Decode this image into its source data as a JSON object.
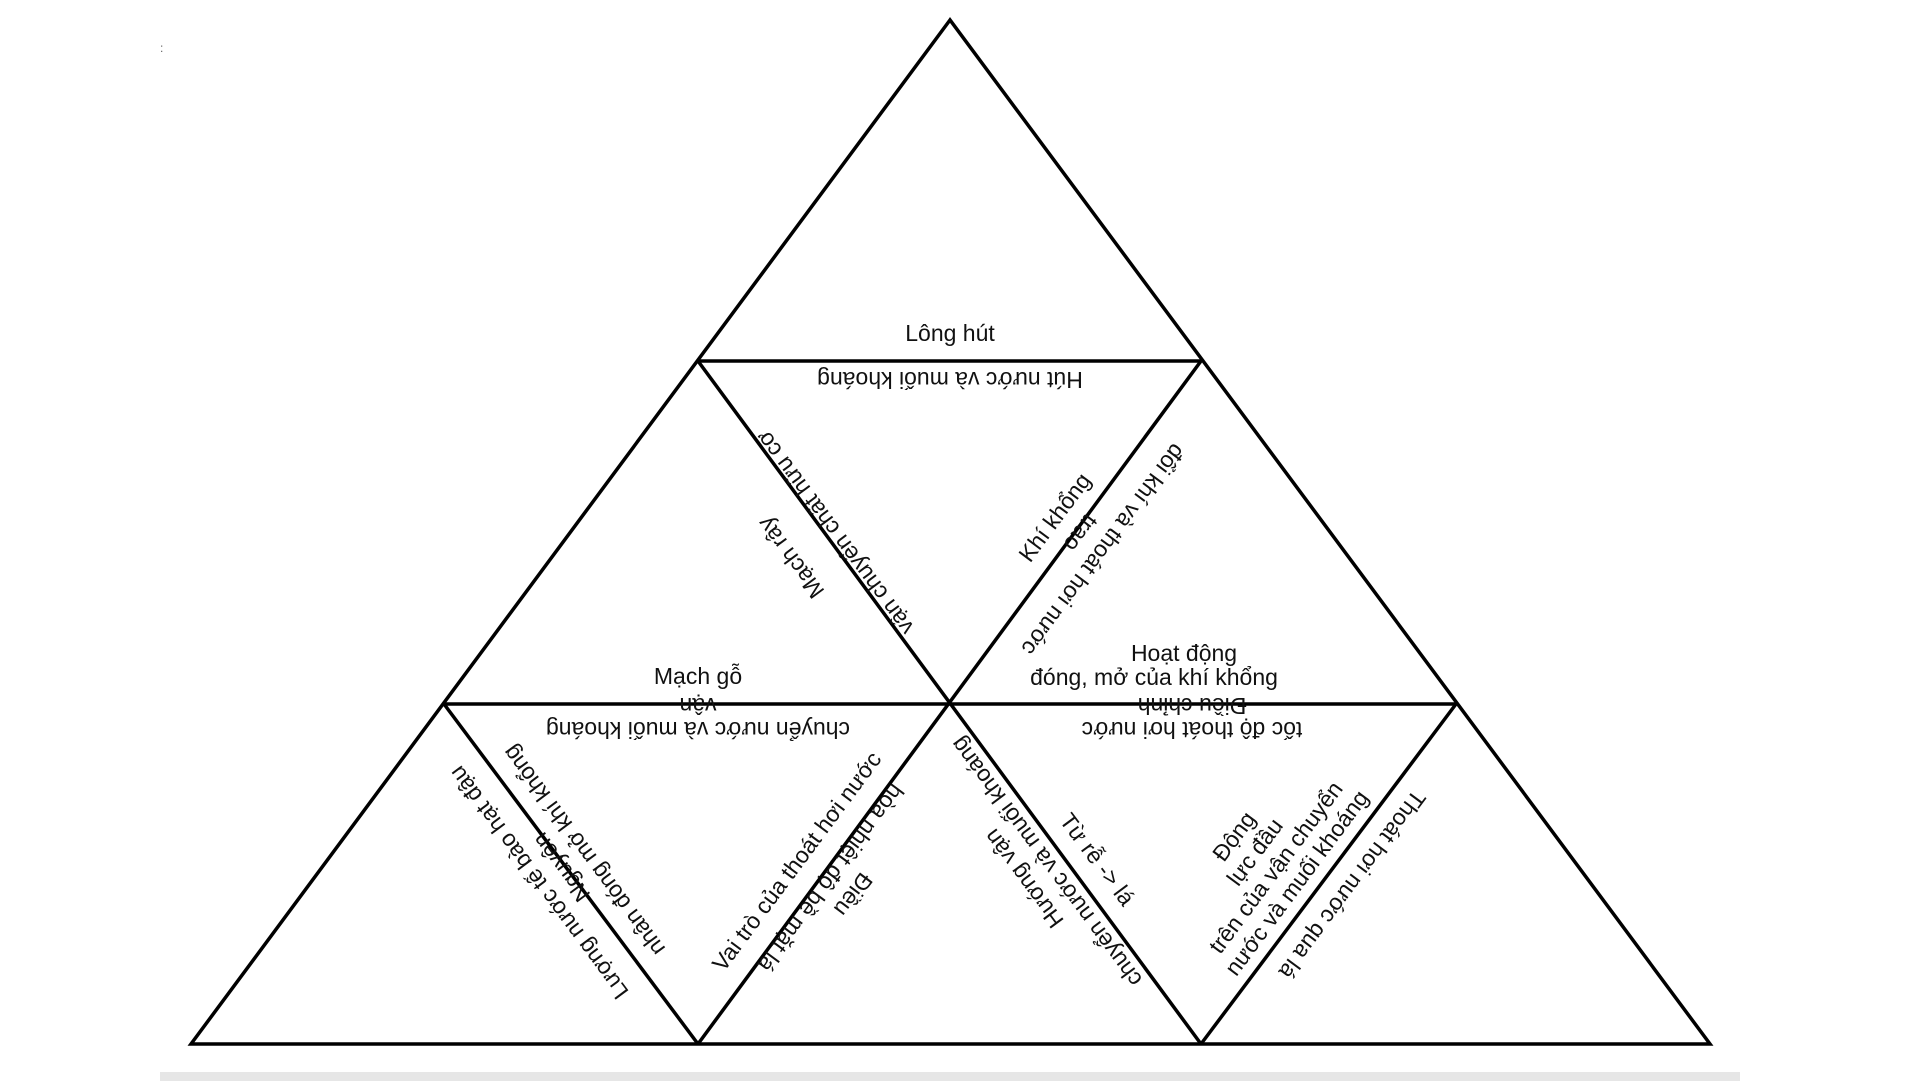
{
  "corner_mark": ":",
  "labels": {
    "long_hut": [
      "Lông hút"
    ],
    "hut_nuoc": [
      "Hút nước và muối khoáng"
    ],
    "mach_ray": [
      "Mạch rây"
    ],
    "van_chuyen_huu_co": [
      "vận chuyển chất hữu cơ"
    ],
    "khi_khong_left": [
      "Khí khổng"
    ],
    "trao_doi": [
      "đổi khí và thoát hơi nước",
      "trao"
    ],
    "mach_go": [
      "Mạch gỗ"
    ],
    "van_chuyen_nuoc": [
      "chuyển nước và muối khoáng",
      "vận"
    ],
    "hoat_dong": [
      "Hoạt động",
      "đóng, mở của khí khổng"
    ],
    "dieu_chinh": [
      "tốc độ thoát hơi nước",
      "Điều chỉnh"
    ],
    "nguyen_nhan": [
      "Nguyên",
      "nhân đóng mở khí khổng"
    ],
    "luong_nuoc": [
      "Lượng nước tế bào hạt đậu"
    ],
    "vai_tro": [
      "Vai trò của thoát hơi nước"
    ],
    "dieu_hoa": [
      "Điều",
      "hòa nhiệt độ bề mặt lá"
    ],
    "huong_van": [
      "Hướng vận",
      "chuyển nước và muối khoáng"
    ],
    "tu_re": [
      "Từ rễ -> lá"
    ],
    "dong_luc": [
      "Động",
      "lực đầu",
      "trên của vận chuyển",
      "nước và muối khoáng"
    ],
    "thoat_hoi": [
      "Thoát hơi nước qua lá"
    ]
  }
}
